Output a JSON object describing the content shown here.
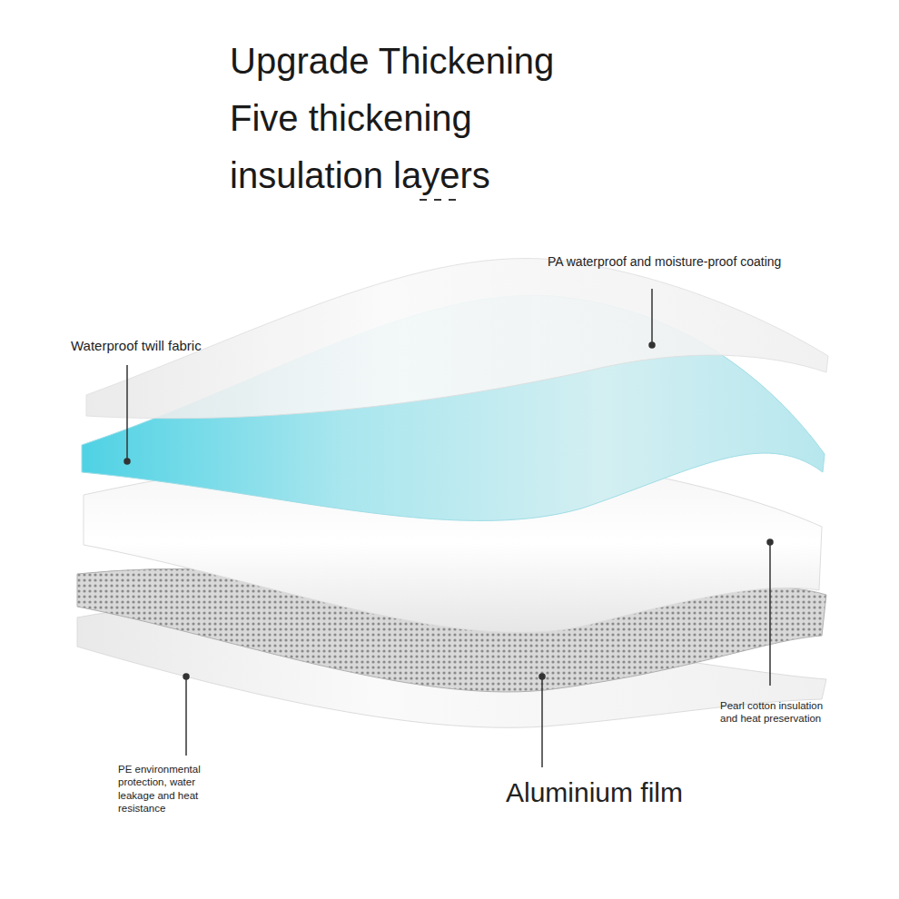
{
  "diagram": {
    "title": "Upgrade Thickening Five thickening insulation layers",
    "labels": [
      "PA waterproof and moisture-proof coating",
      "Waterproof twill fabric",
      "Pearl cotton insulation and heat preservation",
      "PE environmental protection, water leakage and heat resistance",
      "Aluminium film"
    ]
  }
}
